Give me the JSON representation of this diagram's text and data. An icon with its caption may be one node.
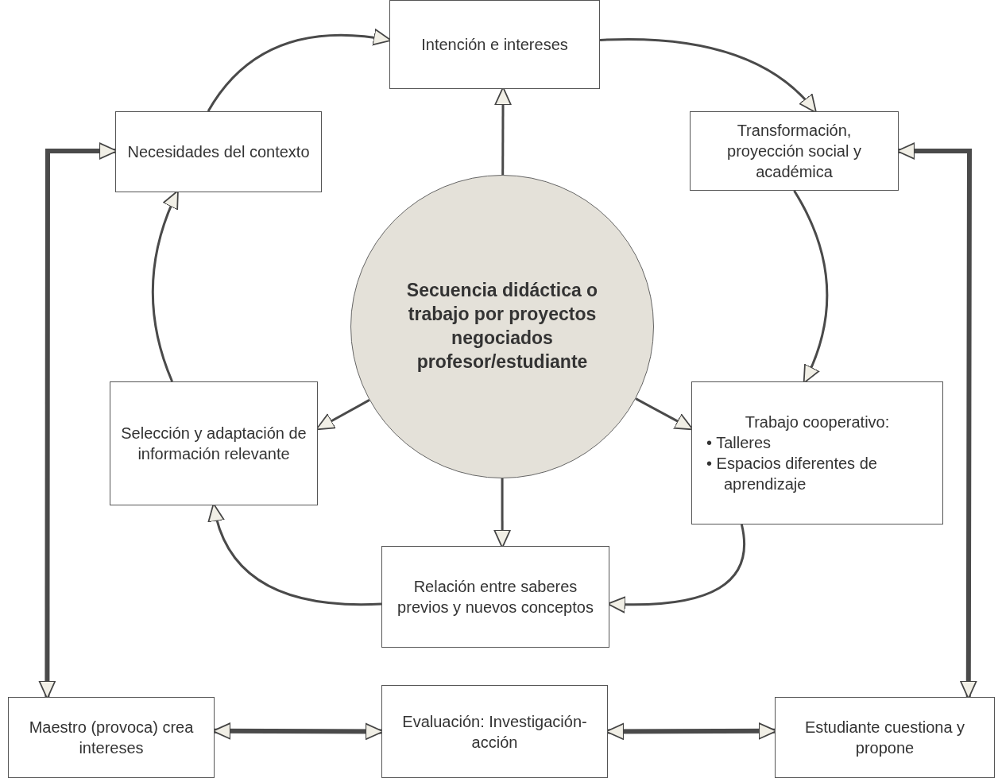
{
  "diagram": {
    "nodes": [
      {
        "text": [
          "Intención e intereses"
        ]
      },
      {
        "text": [
          "Transformación, proyección social y académica"
        ]
      },
      {
        "text": [
          "Trabajo cooperativo:",
          "• Talleres",
          "• Espacios diferentes de aprendizaje"
        ]
      },
      {
        "text": [
          "Relación entre saberes previos y nuevos conceptos"
        ]
      },
      {
        "text": [
          "Selección y adaptación de información relevante"
        ]
      },
      {
        "text": [
          "Necesidades del contexto"
        ]
      },
      {
        "text": [
          "Secuencia didáctica o trabajo por proyectos negociados profesor/estudiante"
        ]
      },
      {
        "text": [
          "Maestro (provoca) crea intereses"
        ]
      },
      {
        "text": [
          "Evaluación: Investigación-acción"
        ]
      },
      {
        "text": [
          "Estudiante cuestiona y propone"
        ]
      }
    ],
    "edges": [
      {
        "from": 5,
        "to": 0,
        "arrow": "to"
      },
      {
        "from": 0,
        "to": 1,
        "arrow": "to"
      },
      {
        "from": 1,
        "to": 2,
        "arrow": "to"
      },
      {
        "from": 2,
        "to": 3,
        "arrow": "to"
      },
      {
        "from": 3,
        "to": 4,
        "arrow": "to"
      },
      {
        "from": 4,
        "to": 5,
        "arrow": "to"
      },
      {
        "from": 6,
        "to": 0,
        "arrow": "to"
      },
      {
        "from": 6,
        "to": 3,
        "arrow": "to"
      },
      {
        "from": 6,
        "to": 4,
        "arrow": "to"
      },
      {
        "from": 6,
        "to": 2,
        "arrow": "to"
      },
      {
        "from": 7,
        "to": 5,
        "arrow": "both",
        "style": "thick"
      },
      {
        "from": 1,
        "to": 9,
        "arrow": "both",
        "style": "thick"
      },
      {
        "from": 7,
        "to": 8,
        "arrow": "both",
        "style": "thick"
      },
      {
        "from": 8,
        "to": 9,
        "arrow": "both",
        "style": "thick"
      }
    ]
  }
}
